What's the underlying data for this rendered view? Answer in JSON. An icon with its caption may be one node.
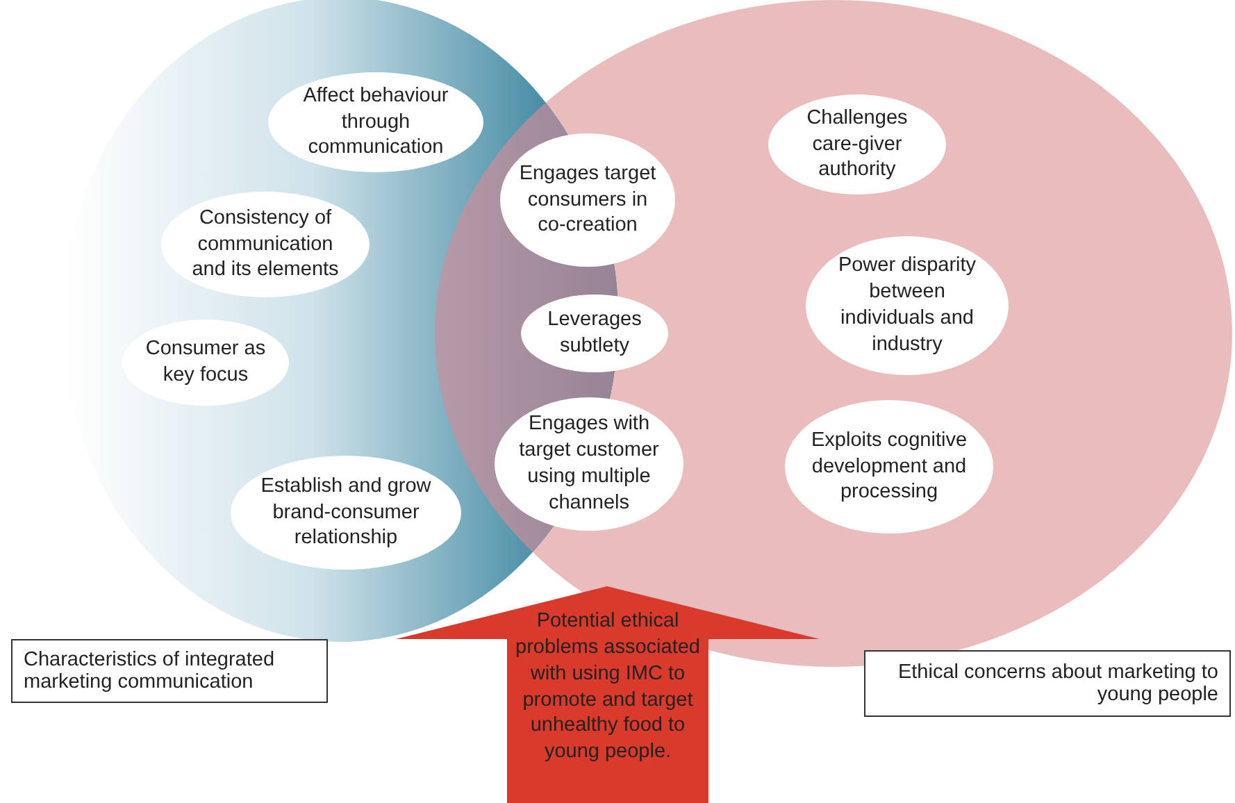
{
  "diagram": {
    "nodes": [
      {
        "text": [
          "Affect behaviour through communication"
        ]
      },
      {
        "text": [
          "Challenges care-giver authority"
        ]
      },
      {
        "text": [
          "Engages target consumers in co-creation"
        ]
      },
      {
        "text": [
          "Consistency of communication and its elements"
        ]
      },
      {
        "text": [
          "Power disparity between individuals and industry"
        ]
      },
      {
        "text": [
          "Leverages subtlety"
        ]
      },
      {
        "text": [
          "Consumer as key focus"
        ]
      },
      {
        "text": [
          "Engages with target customer using multiple channels"
        ]
      },
      {
        "text": [
          "Exploits cognitive development and processing"
        ]
      },
      {
        "text": [
          "Establish and grow brand-consumer relationship"
        ]
      },
      {
        "text": [
          "Characteristics of integrated marketing communication"
        ]
      },
      {
        "text": [
          "Potential ethical problems associated with using IMC to promote and target unhealthy food to young people."
        ]
      },
      {
        "text": [
          "Ethical concerns about marketing to young people"
        ]
      }
    ],
    "edges": []
  }
}
